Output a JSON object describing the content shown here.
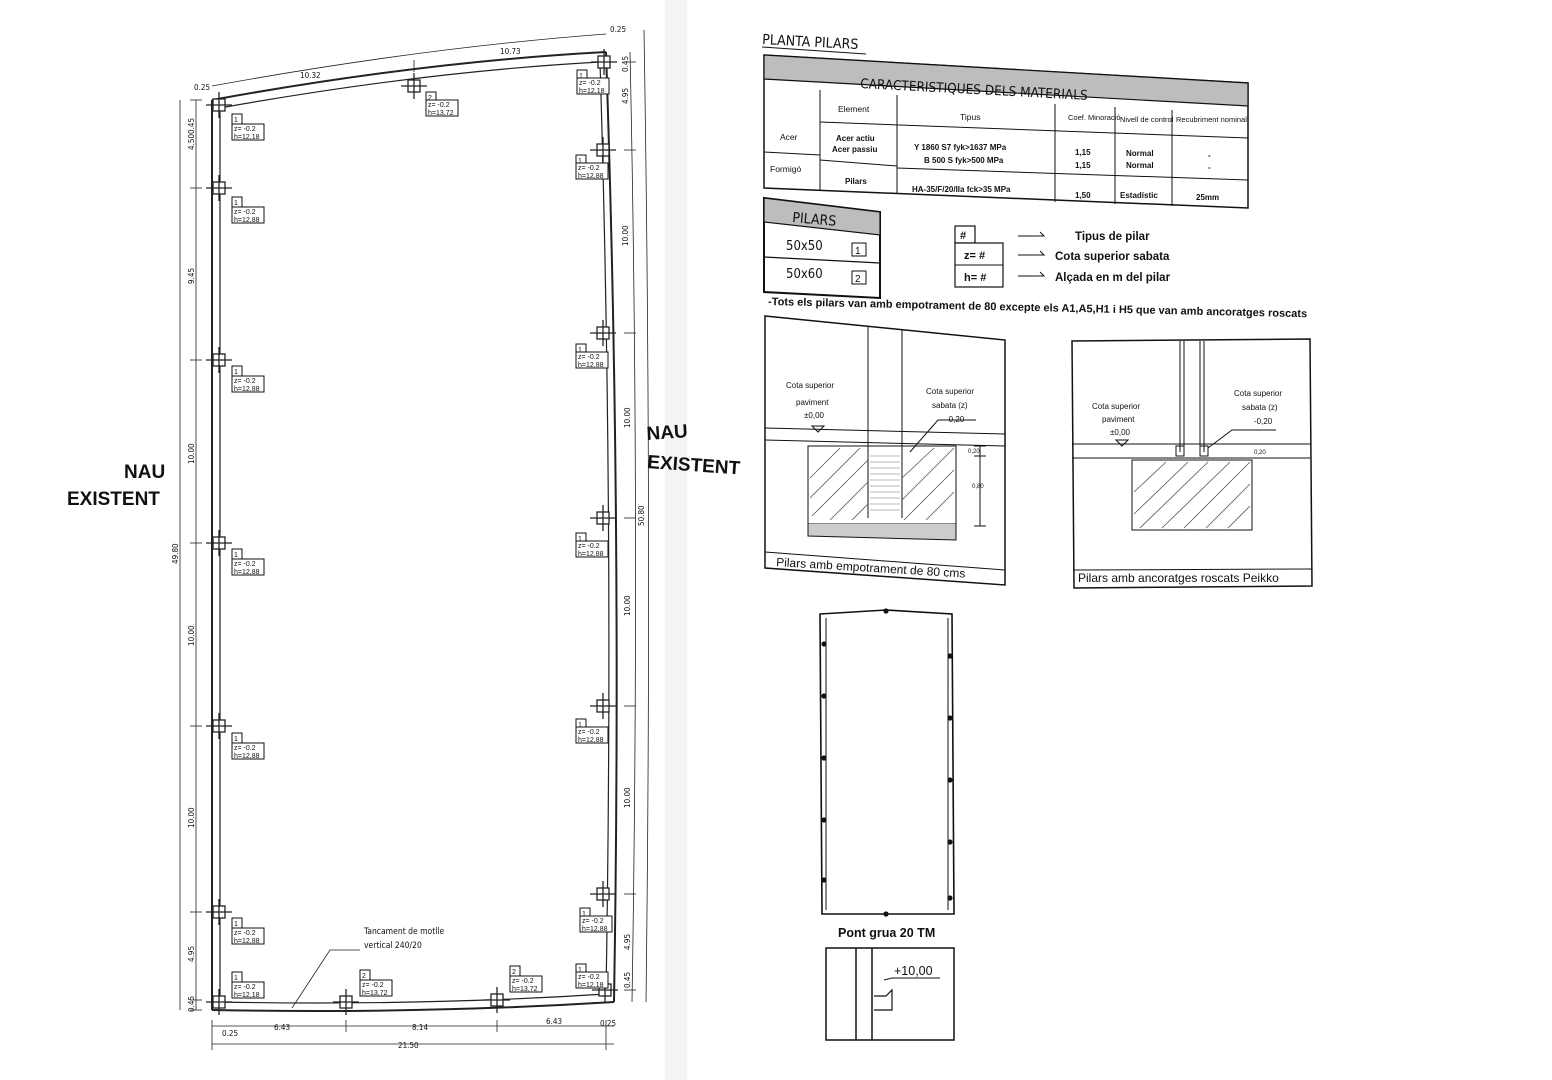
{
  "side_labels": {
    "left_line1": "NAU",
    "left_line2": "EXISTENT",
    "right_line1": "NAU",
    "right_line2": "EXISTENT"
  },
  "plan": {
    "dims_top": [
      "10.32",
      "10.73"
    ],
    "dims_small_top": [
      "0.25",
      "0.25"
    ],
    "dims_left": [
      "0.45",
      "4.50",
      "9.45",
      "10.00",
      "10.00",
      "10.00",
      "4.95",
      "0.45"
    ],
    "dim_left_total": "49.80",
    "dims_right": [
      "0.45",
      "4.95",
      "10.00",
      "10.00",
      "10.00",
      "10.00",
      "4.95",
      "0.45"
    ],
    "dim_right_total": "50.80",
    "dims_bottom": [
      "0.25",
      "6.43",
      "8.14",
      "6.43",
      "0.25"
    ],
    "dim_bottom_total": "21.50",
    "note_line1": "Tancament de motlle",
    "note_line2": "vertical 240/20",
    "tag_type_1": "1",
    "tag_type_2": "2",
    "z_value": "z= -0.2",
    "h_values": {
      "a": "h=12,18",
      "b": "h=12,88",
      "c": "h=13,72"
    }
  },
  "right": {
    "title": "PLANTA PILARS",
    "materials": {
      "header": "CARACTERISTIQUES DELS MATERIALS",
      "columns": [
        "Element",
        "Tipus",
        "Coef. Minoració",
        "Nivell de control",
        "Recubriment nominal"
      ],
      "acer": {
        "label": "Acer",
        "element_1": "Acer actiu",
        "element_2": "Acer passiu",
        "tipus_1": "Y 1860 S7    fyk>1637 MPa",
        "tipus_2": "B 500 S    fyk>500 MPa",
        "coef_1": "1,15",
        "coef_2": "1,15",
        "nivell_1": "Normal",
        "nivell_2": "Normal",
        "recub_1": "-",
        "recub_2": "-"
      },
      "formigo": {
        "label": "Formigó",
        "element": "Pilars",
        "tipus": "HA-35/F/20/IIa    fck>35 MPa",
        "coef": "1,50",
        "nivell": "Estadístic",
        "recub": "25mm"
      }
    },
    "pilars": {
      "header": "PILARS",
      "rows": [
        {
          "size": "50x50",
          "type": "1"
        },
        {
          "size": "50x60",
          "type": "2"
        }
      ]
    },
    "legend": [
      {
        "symbol": "#",
        "text": "Tipus de pilar"
      },
      {
        "symbol": "z= #",
        "text": "Cota superior sabata"
      },
      {
        "symbol": "h= #",
        "text": "Alçada en m del pilar"
      }
    ],
    "note": "-Tots els pilars van amb empotrament de 80 excepte els A1,A5,H1 i H5 que van amb ancoratges roscats",
    "detail1": {
      "label_pav_1": "Cota superior",
      "label_pav_2": "paviment",
      "label_pav_3": "±0,00",
      "label_sab_1": "Cota superior",
      "label_sab_2": "sabata (z)",
      "label_sab_3": "-0,20",
      "dim_1": "0,20",
      "dim_2": "0,80",
      "caption": "Pilars amb empotrament de 80 cms"
    },
    "detail2": {
      "label_pav_1": "Cota superior",
      "label_pav_2": "paviment",
      "label_pav_3": "±0,00",
      "label_sab_1": "Cota superior",
      "label_sab_2": "sabata (z)",
      "label_sab_3": "-0,20",
      "dim_1": "0,20",
      "caption": "Pilars amb ancoratges roscats Peikko"
    },
    "crane": {
      "caption": "Pont grua 20 TM",
      "level": "+10,00"
    }
  }
}
